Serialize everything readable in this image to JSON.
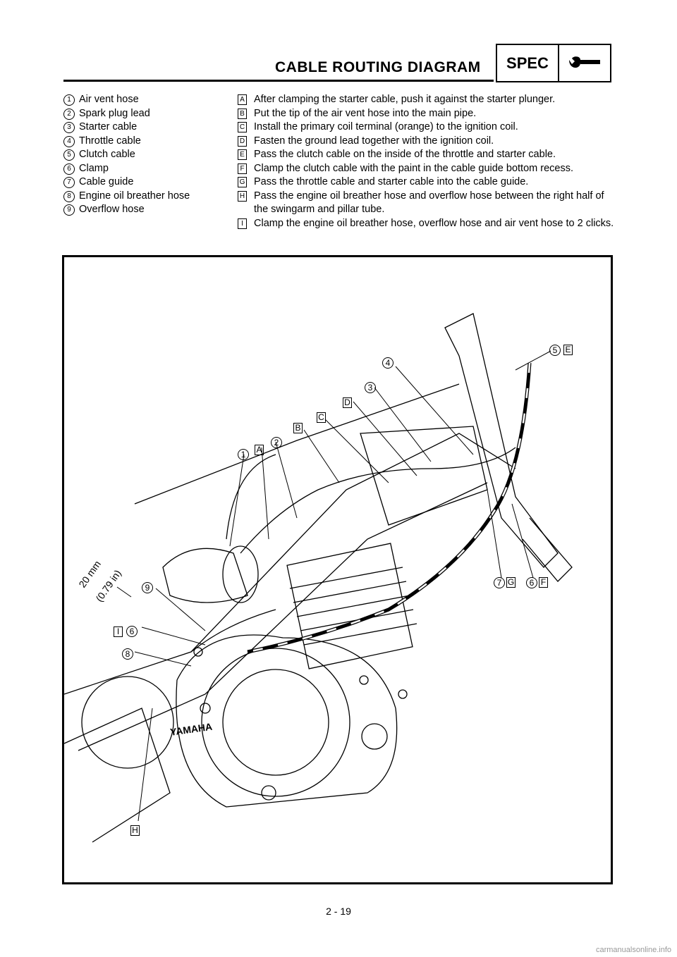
{
  "header": {
    "title": "CABLE ROUTING DIAGRAM",
    "spec_label": "SPEC"
  },
  "legend": [
    {
      "n": "1",
      "text": "Air vent hose"
    },
    {
      "n": "2",
      "text": "Spark plug lead"
    },
    {
      "n": "3",
      "text": "Starter cable"
    },
    {
      "n": "4",
      "text": "Throttle cable"
    },
    {
      "n": "5",
      "text": "Clutch cable"
    },
    {
      "n": "6",
      "text": "Clamp"
    },
    {
      "n": "7",
      "text": "Cable guide"
    },
    {
      "n": "8",
      "text": "Engine oil breather hose"
    },
    {
      "n": "9",
      "text": "Overflow hose"
    }
  ],
  "instructions": [
    {
      "k": "A",
      "text": "After clamping the starter cable, push it against the starter plunger."
    },
    {
      "k": "B",
      "text": "Put the tip of the air vent hose into the main pipe."
    },
    {
      "k": "C",
      "text": "Install the primary coil terminal (orange) to the ignition coil."
    },
    {
      "k": "D",
      "text": "Fasten the ground lead together with the ignition coil."
    },
    {
      "k": "E",
      "text": "Pass the clutch cable on the inside of the throttle and starter cable."
    },
    {
      "k": "F",
      "text": "Clamp the clutch cable with the paint in the cable guide bottom recess."
    },
    {
      "k": "G",
      "text": "Pass the throttle cable and starter cable into the cable guide."
    },
    {
      "k": "H",
      "text": "Pass the engine oil breather hose and overflow hose between the right half of the swingarm and pillar tube."
    },
    {
      "k": "I",
      "text": "Clamp the engine oil breather hose, overflow hose and air vent hose to 2 clicks."
    }
  ],
  "diagram": {
    "dimension_label_1": "20 mm",
    "dimension_label_2": "(0.79 in)",
    "brand": "YAMAHA",
    "callouts": {
      "c1": "1",
      "cA": "A",
      "c2": "2",
      "cB": "B",
      "cC": "C",
      "cD": "D",
      "c3": "3",
      "c4": "4",
      "c5": "5",
      "cE": "E",
      "c7": "7",
      "cG": "G",
      "c6": "6",
      "cF": "F",
      "c9": "9",
      "cI": "I",
      "c6b": "6",
      "c8": "8",
      "cH": "H"
    }
  },
  "footer": {
    "page": "2 - 19",
    "watermark": "carmanualsonline.info"
  }
}
